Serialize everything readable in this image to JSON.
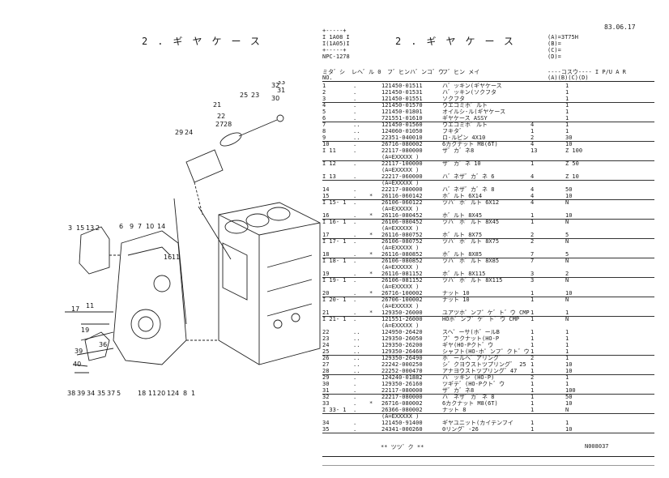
{
  "left_title": "2.ギヤケース",
  "header": {
    "box_lines": [
      "+-----+",
      "I 1A08 I",
      "I(1A05)I",
      "+-----+",
      "NPC-1278"
    ],
    "title": "2.ギヤケース",
    "date": "83.06.17",
    "models": [
      "(A)=3T75H",
      "(B)=",
      "(C)=",
      "(D)="
    ]
  },
  "columns": {
    "idx": "ミタ゛シ",
    "level": "レヘ゛ル 0",
    "part_no": "フ゛ヒンハ゛ンコ゛ウ",
    "name": "フ゛ヒン メイ",
    "range": "----コスウ---- I P/U A  R",
    "no": "NO.",
    "abcd": "(A)(B)(C)(D)"
  },
  "rows": [
    {
      "idx": "1",
      "lv": ".",
      "star": "",
      "part": "121450-01511",
      "name": "ハ゛ッキン(ギヤケース",
      "mark": "",
      "qty": "1",
      "ul": false
    },
    {
      "idx": "2",
      "lv": ".",
      "star": "",
      "part": "121450-01531",
      "name": "ハ゛ッキン(ソクフタ",
      "mark": "",
      "qty": "1",
      "ul": false
    },
    {
      "idx": "3",
      "lv": ".",
      "star": "",
      "part": "121450-01551",
      "name": "ソクフタ",
      "mark": "",
      "qty": "1",
      "ul": true
    },
    {
      "idx": "4",
      "lv": ".",
      "star": "",
      "part": "121450-01570",
      "name": "ウエコミホ゛ルト",
      "mark": "",
      "qty": "1",
      "ul": false
    },
    {
      "idx": "5",
      "lv": ".",
      "star": "",
      "part": "121450-01801",
      "name": "オイルシ-ル(ギヤケース",
      "mark": "",
      "qty": "1",
      "ul": false
    },
    {
      "idx": "6",
      "lv": ".",
      "star": "",
      "part": "721551-01610",
      "name": "ギヤケース ASSY",
      "mark": "",
      "qty": "1",
      "ul": true
    },
    {
      "idx": "7",
      "lv": "..",
      "star": "",
      "part": "121450-01560",
      "name": "ウエコミホ゛ルト",
      "mark": "4",
      "qty": "1",
      "ul": false
    },
    {
      "idx": "8",
      "lv": "..",
      "star": "",
      "part": "124060-01050",
      "name": "フキタ゛",
      "mark": "1",
      "qty": "1",
      "ul": false
    },
    {
      "idx": "9",
      "lv": "..",
      "star": "",
      "part": "22351-040010",
      "name": "ロ-ルピン 4X10",
      "mark": "2",
      "qty": "30",
      "ul": true
    },
    {
      "idx": "10",
      "lv": ".",
      "star": "",
      "part": "26716-080002",
      "name": "6カクナット M8(6T)",
      "mark": "4",
      "qty": "10",
      "ul": false
    },
    {
      "idx": "I 11",
      "lv": ".",
      "star": "",
      "part": "22117-080000",
      "name": "ザ゛カ゛ネ8",
      "mark": "13",
      "qty": "Z 100",
      "ul": false
    },
    {
      "idx": "",
      "lv": "",
      "star": "",
      "part": "(A=EXXXXX    )",
      "name": "",
      "mark": "",
      "qty": "",
      "ul": true
    },
    {
      "idx": "I 12",
      "lv": ".",
      "star": "",
      "part": "22117-100000",
      "name": "ザ゛カ゛ネ 10",
      "mark": "1",
      "qty": "Z  50",
      "ul": false
    },
    {
      "idx": "",
      "lv": "",
      "star": "",
      "part": "(A=EXXXXX    )",
      "name": "",
      "mark": "",
      "qty": "",
      "ul": false
    },
    {
      "idx": "I 13",
      "lv": ".",
      "star": "",
      "part": "22217-060000",
      "name": "ハ゛ネザ゛カ゛ネ 6",
      "mark": "4",
      "qty": "Z  10",
      "ul": true
    },
    {
      "idx": "",
      "lv": "",
      "star": "",
      "part": "(A=EXXXXX    )",
      "name": "",
      "mark": "",
      "qty": "",
      "ul": false
    },
    {
      "idx": "14",
      "lv": ".",
      "star": "",
      "part": "22217-080000",
      "name": "ハ゛ネザ゛カ゛ネ 8",
      "mark": "4",
      "qty": "50",
      "ul": false
    },
    {
      "idx": "15",
      "lv": ".",
      "star": "*",
      "part": "26116-060142",
      "name": "ホ゛ルト 6X14",
      "mark": "4",
      "qty": "10",
      "ul": true
    },
    {
      "idx": "I 15- 1",
      "lv": ".",
      "star": "",
      "part": "26106-060122",
      "name": "ツハ゛ホ゛ルト 6X12",
      "mark": "4",
      "qty": "N",
      "ul": false
    },
    {
      "idx": "",
      "lv": "",
      "star": "",
      "part": "(A=EXXXXX    )",
      "name": "",
      "mark": "",
      "qty": "",
      "ul": false
    },
    {
      "idx": "16",
      "lv": ".",
      "star": "*",
      "part": "26116-080452",
      "name": "ホ゛ルト 8X45",
      "mark": "1",
      "qty": "10",
      "ul": true
    },
    {
      "idx": "I 16- 1",
      "lv": ".",
      "star": "",
      "part": "26106-080452",
      "name": "ツハ゛ホ゛ルト 8X45",
      "mark": "1",
      "qty": "N",
      "ul": false
    },
    {
      "idx": "",
      "lv": "",
      "star": "",
      "part": "(A=EXXXXX    )",
      "name": "",
      "mark": "",
      "qty": "",
      "ul": false
    },
    {
      "idx": "17",
      "lv": ".",
      "star": "*",
      "part": "26116-080752",
      "name": "ホ゛ルト 8X75",
      "mark": "2",
      "qty": "5",
      "ul": true
    },
    {
      "idx": "I 17- 1",
      "lv": ".",
      "star": "",
      "part": "26106-080752",
      "name": "ツハ゛ホ゛ルト 8X75",
      "mark": "2",
      "qty": "N",
      "ul": false
    },
    {
      "idx": "",
      "lv": "",
      "star": "",
      "part": "(A=EXXXXX    )",
      "name": "",
      "mark": "",
      "qty": "",
      "ul": false
    },
    {
      "idx": "18",
      "lv": ".",
      "star": "*",
      "part": "26116-080852",
      "name": "ホ゛ルト 8X85",
      "mark": "7",
      "qty": "5",
      "ul": true
    },
    {
      "idx": "I 18- 1",
      "lv": ".",
      "star": "",
      "part": "26106-080852",
      "name": "ツハ゛ホ゛ルト 8X85",
      "mark": "7",
      "qty": "N",
      "ul": false
    },
    {
      "idx": "",
      "lv": "",
      "star": "",
      "part": "(A=EXXXXX    )",
      "name": "",
      "mark": "",
      "qty": "",
      "ul": false
    },
    {
      "idx": "19",
      "lv": ".",
      "star": "*",
      "part": "26116-081152",
      "name": "ホ゛ルト 8X115",
      "mark": "3",
      "qty": "2",
      "ul": true
    },
    {
      "idx": "I 19- 1",
      "lv": ".",
      "star": "",
      "part": "26106-081152",
      "name": "ツハ゛ホ゛ルト 8X115",
      "mark": "3",
      "qty": "N",
      "ul": false
    },
    {
      "idx": "",
      "lv": "",
      "star": "",
      "part": "(A=EXXXXX    )",
      "name": "",
      "mark": "",
      "qty": "",
      "ul": false
    },
    {
      "idx": "20",
      "lv": ".",
      "star": "*",
      "part": "26716-100002",
      "name": "ナット 10",
      "mark": "1",
      "qty": "10",
      "ul": true
    },
    {
      "idx": "I 20- 1",
      "lv": ".",
      "star": "",
      "part": "26706-100002",
      "name": "ナット 10",
      "mark": "1",
      "qty": "N",
      "ul": false
    },
    {
      "idx": "",
      "lv": "",
      "star": "",
      "part": "(A=EXXXXX    )",
      "name": "",
      "mark": "",
      "qty": "",
      "ul": false
    },
    {
      "idx": "21",
      "lv": ".",
      "star": "*",
      "part": "129350-26000",
      "name": "ユアツホ゜ンフ゜ケ゛ト゛ウ CMP",
      "mark": "1",
      "qty": "1",
      "ul": true
    },
    {
      "idx": "I 21- 1",
      "lv": ".",
      "star": "",
      "part": "121551-26000",
      "name": "HOホ゜ンフ゜ケ゛ト゛ウ CMP",
      "mark": "1",
      "qty": "N",
      "ul": false
    },
    {
      "idx": "",
      "lv": "",
      "star": "",
      "part": "(A=EXXXXX    )",
      "name": "",
      "mark": "",
      "qty": "",
      "ul": false
    },
    {
      "idx": "22",
      "lv": "..",
      "star": "",
      "part": "124950-26420",
      "name": "スヘ゜ーサ(ホ゛ールB",
      "mark": "1",
      "qty": "1",
      "ul": false
    },
    {
      "idx": "23",
      "lv": "..",
      "star": "",
      "part": "129350-26050",
      "name": "フ゜ラクナット(HO-P",
      "mark": "1",
      "qty": "1",
      "ul": false
    },
    {
      "idx": "24",
      "lv": "..",
      "star": "",
      "part": "129350-26200",
      "name": "ギヤ(HO-Pクト゛ウ",
      "mark": "1",
      "qty": "1",
      "ul": false
    },
    {
      "idx": "25",
      "lv": "..",
      "star": "",
      "part": "129350-26460",
      "name": "シャフト(HO-ホ゜ンフ゜クト゛ウ",
      "mark": "1",
      "qty": "1",
      "ul": true
    },
    {
      "idx": "26",
      "lv": "..",
      "star": "",
      "part": "129350-26490",
      "name": "ホ゛ールヘ゛アリング゛",
      "mark": "2",
      "qty": "1",
      "ul": false
    },
    {
      "idx": "27",
      "lv": "..",
      "star": "",
      "part": "22242-000250",
      "name": "シ゛クヨウストツプリング゛ 25",
      "mark": "1",
      "qty": "10",
      "ul": false
    },
    {
      "idx": "28",
      "lv": "..",
      "star": "",
      "part": "22252-000470",
      "name": "アナヨウストツプリング゛47",
      "mark": "1",
      "qty": "10",
      "ul": true
    },
    {
      "idx": "29",
      "lv": ".",
      "star": "",
      "part": "124240-01882",
      "name": "ハ゛ッキン (HO-P)",
      "mark": "2",
      "qty": "1",
      "ul": false
    },
    {
      "idx": "30",
      "lv": ".",
      "star": "",
      "part": "129350-26160",
      "name": "ツギテ゛(HO-Pクト゛ウ",
      "mark": "1",
      "qty": "1",
      "ul": false
    },
    {
      "idx": "31",
      "lv": ".",
      "star": "",
      "part": "22117-080000",
      "name": "ザ゛カ゛ネ8",
      "mark": "1",
      "qty": "100",
      "ul": true
    },
    {
      "idx": "32",
      "lv": ".",
      "star": "",
      "part": "22217-080000",
      "name": "ハ゛ネザ゛カ゛ネ 8",
      "mark": "1",
      "qty": "50",
      "ul": false
    },
    {
      "idx": "33",
      "lv": ".",
      "star": "*",
      "part": "26716-080002",
      "name": "6カクナット M8(6T)",
      "mark": "1",
      "qty": "10",
      "ul": false
    },
    {
      "idx": "I 33- 1",
      "lv": ".",
      "star": "",
      "part": "26366-080002",
      "name": "ナット 8",
      "mark": "1",
      "qty": "N",
      "ul": true
    },
    {
      "idx": "",
      "lv": "",
      "star": "",
      "part": "(A=EXXXXX    )",
      "name": "",
      "mark": "",
      "qty": "",
      "ul": false
    },
    {
      "idx": "34",
      "lv": ".",
      "star": "",
      "part": "121450-91400",
      "name": "ギヤユニット(カイテンフイ",
      "mark": "1",
      "qty": "1",
      "ul": false
    },
    {
      "idx": "35",
      "lv": ".",
      "star": "",
      "part": "24341-000260",
      "name": "0リング゛-26",
      "mark": "1",
      "qty": "10",
      "ul": true
    }
  ],
  "end_note": "** ツツ゛ク **",
  "doc_code": "N008037",
  "callouts": {
    "left_group": [
      "3",
      "15",
      "13",
      "2",
      "6",
      "9",
      "7",
      "10",
      "14",
      "17",
      "11",
      "19",
      "16",
      "11",
      "36",
      "39",
      "40",
      "38",
      "39",
      "34",
      "35",
      "37",
      "5",
      "18",
      "11",
      "20",
      "12",
      "4",
      "8",
      "1"
    ],
    "top_group": [
      "21",
      "25",
      "23",
      "32",
      "33",
      "31",
      "30",
      "22",
      "27",
      "28",
      "29",
      "24"
    ]
  }
}
